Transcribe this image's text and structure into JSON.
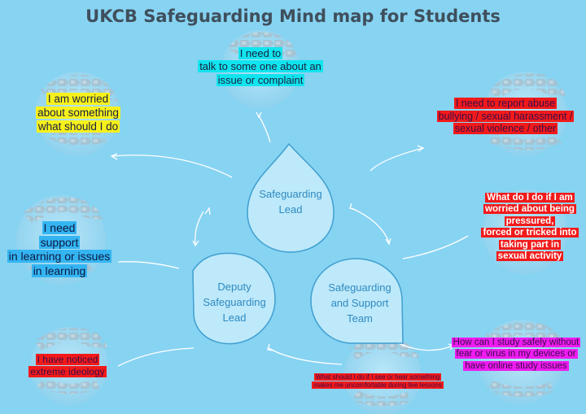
{
  "title": "UKCB Safeguarding Mind map for Students",
  "colors": {
    "background": "#87d3f2",
    "center_fill": "#bde9fa",
    "center_stroke": "#3f9fd0",
    "center_text": "#2f8ac0",
    "arrow": "#ffffff"
  },
  "center": {
    "lead": {
      "line1": "Safeguarding",
      "line2": "Lead"
    },
    "deputy": {
      "line1": "Deputy",
      "line2": "Safeguarding",
      "line3": "Lead"
    },
    "team": {
      "line1": "Safeguarding",
      "line2": "and Support",
      "line3": "Team"
    }
  },
  "topics": {
    "talk": {
      "line1": "I need to",
      "line2": "talk to some one about an",
      "line3": "issue or complaint",
      "bg": "#11e4ee",
      "fg": "#1a2040"
    },
    "worried": {
      "line1": "I am worried",
      "line2": "about something",
      "line3": "what should I do",
      "bg": "#f7f11b",
      "fg": "#1a2040"
    },
    "report": {
      "line1": "I need to report abuse",
      "line2": "bullying / sexual harassment /",
      "line3": "sexual violence / other",
      "bg": "#f21a1a",
      "fg": "#3a0d4a"
    },
    "support": {
      "line1": "I need",
      "line2": "support",
      "line3": "in learning or issues",
      "line4": "in learning",
      "bg": "#34b5f2",
      "fg": "#0c1840"
    },
    "pressured": {
      "line1": "What do I do if I am",
      "line2": "worried about being",
      "line3": "pressured,",
      "line4": "forced or tricked into",
      "line5": "taking part in",
      "line6": "sexual activity",
      "bg": "#f21a1a",
      "fg": "#ffffff"
    },
    "extreme": {
      "line1": "I have noticed",
      "line2": "extreme ideology",
      "bg": "#f21a1a",
      "fg": "#3a0d4a"
    },
    "online": {
      "line1": "How can I study safely without",
      "line2": "fear or virus in my devices or",
      "line3": "have online study issues",
      "bg": "#ef1bf0",
      "fg": "#3a0d4a"
    },
    "uncomfortable": {
      "line1": "What should I do if I see or hear something",
      "line2": "makes me uncomfortable during live lessons",
      "bg": "#f21a1a",
      "fg": "#3a0d4a"
    }
  }
}
